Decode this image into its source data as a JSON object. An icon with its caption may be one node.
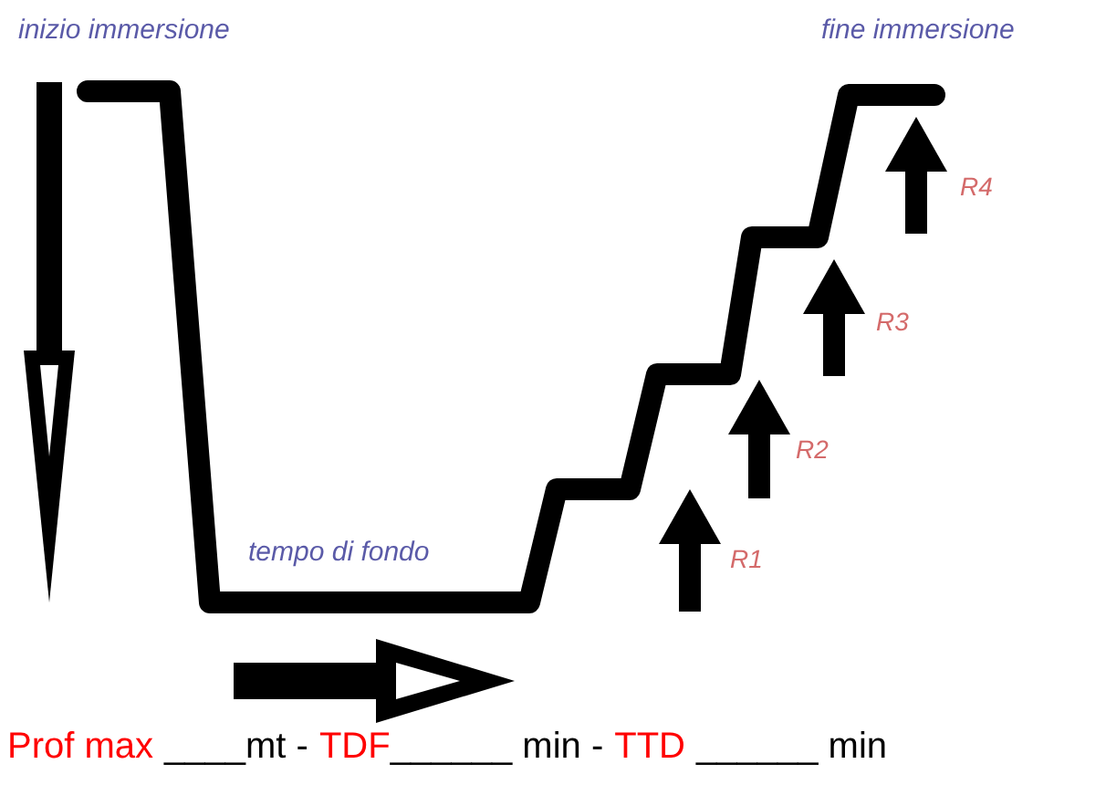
{
  "diagram": {
    "labels": [
      "inizio immersione",
      "fine immersione",
      "tempo di fondo",
      "R4",
      "R3",
      "R2",
      "R1",
      "Prof max",
      "____mt -",
      "TDF",
      "______ min -",
      "TTD",
      "______ min"
    ]
  }
}
